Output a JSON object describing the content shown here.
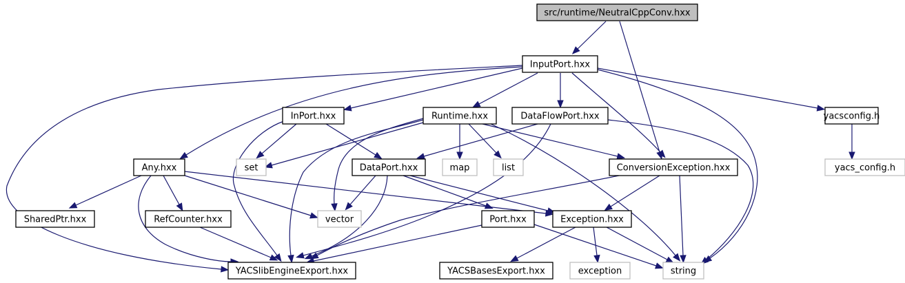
{
  "title": "src/runtime/NeutralCppConv.hxx",
  "colors": {
    "edge": "#191970",
    "root_fill": "#bfbfbf",
    "local_border": "#000000",
    "external_border": "#bfbfbf"
  },
  "nodes": [
    {
      "id": "root",
      "label": "src/runtime/NeutralCppConv.hxx",
      "kind": "root"
    },
    {
      "id": "InputPort",
      "label": "InputPort.hxx",
      "kind": "local"
    },
    {
      "id": "InPort",
      "label": "InPort.hxx",
      "kind": "local"
    },
    {
      "id": "Runtime",
      "label": "Runtime.hxx",
      "kind": "local"
    },
    {
      "id": "DataFlowPort",
      "label": "DataFlowPort.hxx",
      "kind": "local"
    },
    {
      "id": "yacsconfig",
      "label": "yacsconfig.h",
      "kind": "local"
    },
    {
      "id": "yacs_config",
      "label": "yacs_config.h",
      "kind": "external"
    },
    {
      "id": "Any",
      "label": "Any.hxx",
      "kind": "local"
    },
    {
      "id": "set",
      "label": "set",
      "kind": "external"
    },
    {
      "id": "DataPort",
      "label": "DataPort.hxx",
      "kind": "local"
    },
    {
      "id": "map",
      "label": "map",
      "kind": "external"
    },
    {
      "id": "list",
      "label": "list",
      "kind": "external"
    },
    {
      "id": "ConversionException",
      "label": "ConversionException.hxx",
      "kind": "local"
    },
    {
      "id": "SharedPtr",
      "label": "SharedPtr.hxx",
      "kind": "local"
    },
    {
      "id": "RefCounter",
      "label": "RefCounter.hxx",
      "kind": "local"
    },
    {
      "id": "vector",
      "label": "vector",
      "kind": "external"
    },
    {
      "id": "Port",
      "label": "Port.hxx",
      "kind": "local"
    },
    {
      "id": "Exception",
      "label": "Exception.hxx",
      "kind": "local"
    },
    {
      "id": "YACSlibEngineExport",
      "label": "YACSlibEngineExport.hxx",
      "kind": "local"
    },
    {
      "id": "YACSBasesExport",
      "label": "YACSBasesExport.hxx",
      "kind": "local"
    },
    {
      "id": "exception",
      "label": "exception",
      "kind": "external"
    },
    {
      "id": "string",
      "label": "string",
      "kind": "external"
    }
  ],
  "edges": [
    [
      "root",
      "InputPort"
    ],
    [
      "root",
      "ConversionException"
    ],
    [
      "InputPort",
      "YACSlibEngineExport"
    ],
    [
      "InputPort",
      "Any"
    ],
    [
      "InputPort",
      "InPort"
    ],
    [
      "InputPort",
      "Runtime"
    ],
    [
      "InputPort",
      "DataFlowPort"
    ],
    [
      "InputPort",
      "ConversionException"
    ],
    [
      "InputPort",
      "yacsconfig"
    ],
    [
      "InputPort",
      "string"
    ],
    [
      "InPort",
      "YACSlibEngineExport"
    ],
    [
      "InPort",
      "set"
    ],
    [
      "InPort",
      "DataPort"
    ],
    [
      "Runtime",
      "YACSlibEngineExport"
    ],
    [
      "Runtime",
      "set"
    ],
    [
      "Runtime",
      "vector"
    ],
    [
      "Runtime",
      "map"
    ],
    [
      "Runtime",
      "list"
    ],
    [
      "Runtime",
      "ConversionException"
    ],
    [
      "Runtime",
      "string"
    ],
    [
      "DataFlowPort",
      "DataPort"
    ],
    [
      "DataFlowPort",
      "YACSlibEngineExport"
    ],
    [
      "DataFlowPort",
      "string"
    ],
    [
      "yacsconfig",
      "yacs_config"
    ],
    [
      "Any",
      "SharedPtr"
    ],
    [
      "Any",
      "RefCounter"
    ],
    [
      "Any",
      "YACSlibEngineExport"
    ],
    [
      "Any",
      "vector"
    ],
    [
      "Any",
      "Exception"
    ],
    [
      "DataPort",
      "vector"
    ],
    [
      "DataPort",
      "YACSlibEngineExport"
    ],
    [
      "DataPort",
      "Port"
    ],
    [
      "DataPort",
      "Exception"
    ],
    [
      "ConversionException",
      "Exception"
    ],
    [
      "ConversionException",
      "YACSlibEngineExport"
    ],
    [
      "ConversionException",
      "string"
    ],
    [
      "RefCounter",
      "YACSlibEngineExport"
    ],
    [
      "Port",
      "YACSlibEngineExport"
    ],
    [
      "Port",
      "string"
    ],
    [
      "Exception",
      "YACSBasesExport"
    ],
    [
      "Exception",
      "exception"
    ],
    [
      "Exception",
      "string"
    ]
  ]
}
